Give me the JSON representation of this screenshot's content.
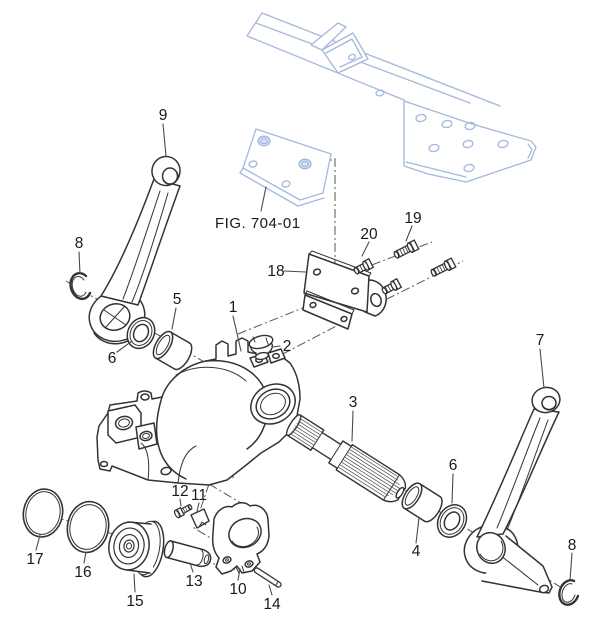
{
  "figure": {
    "reference_label": "FIG. 704-01",
    "colors": {
      "background": "#ffffff",
      "part_lines": "#333333",
      "reference_part_lines": "#a2b8dc",
      "label_text": "#1a1a1a",
      "leader_lines": "#4a4a4a"
    }
  },
  "callouts": [
    {
      "label": "1"
    },
    {
      "label": "2"
    },
    {
      "label": "3"
    },
    {
      "label": "4"
    },
    {
      "label": "5"
    },
    {
      "label": "6"
    },
    {
      "label": "6"
    },
    {
      "label": "7"
    },
    {
      "label": "8"
    },
    {
      "label": "8"
    },
    {
      "label": "9"
    },
    {
      "label": "10"
    },
    {
      "label": "11"
    },
    {
      "label": "12"
    },
    {
      "label": "13"
    },
    {
      "label": "14"
    },
    {
      "label": "15"
    },
    {
      "label": "16"
    },
    {
      "label": "17"
    },
    {
      "label": "18"
    },
    {
      "label": "19"
    },
    {
      "label": "20"
    }
  ]
}
